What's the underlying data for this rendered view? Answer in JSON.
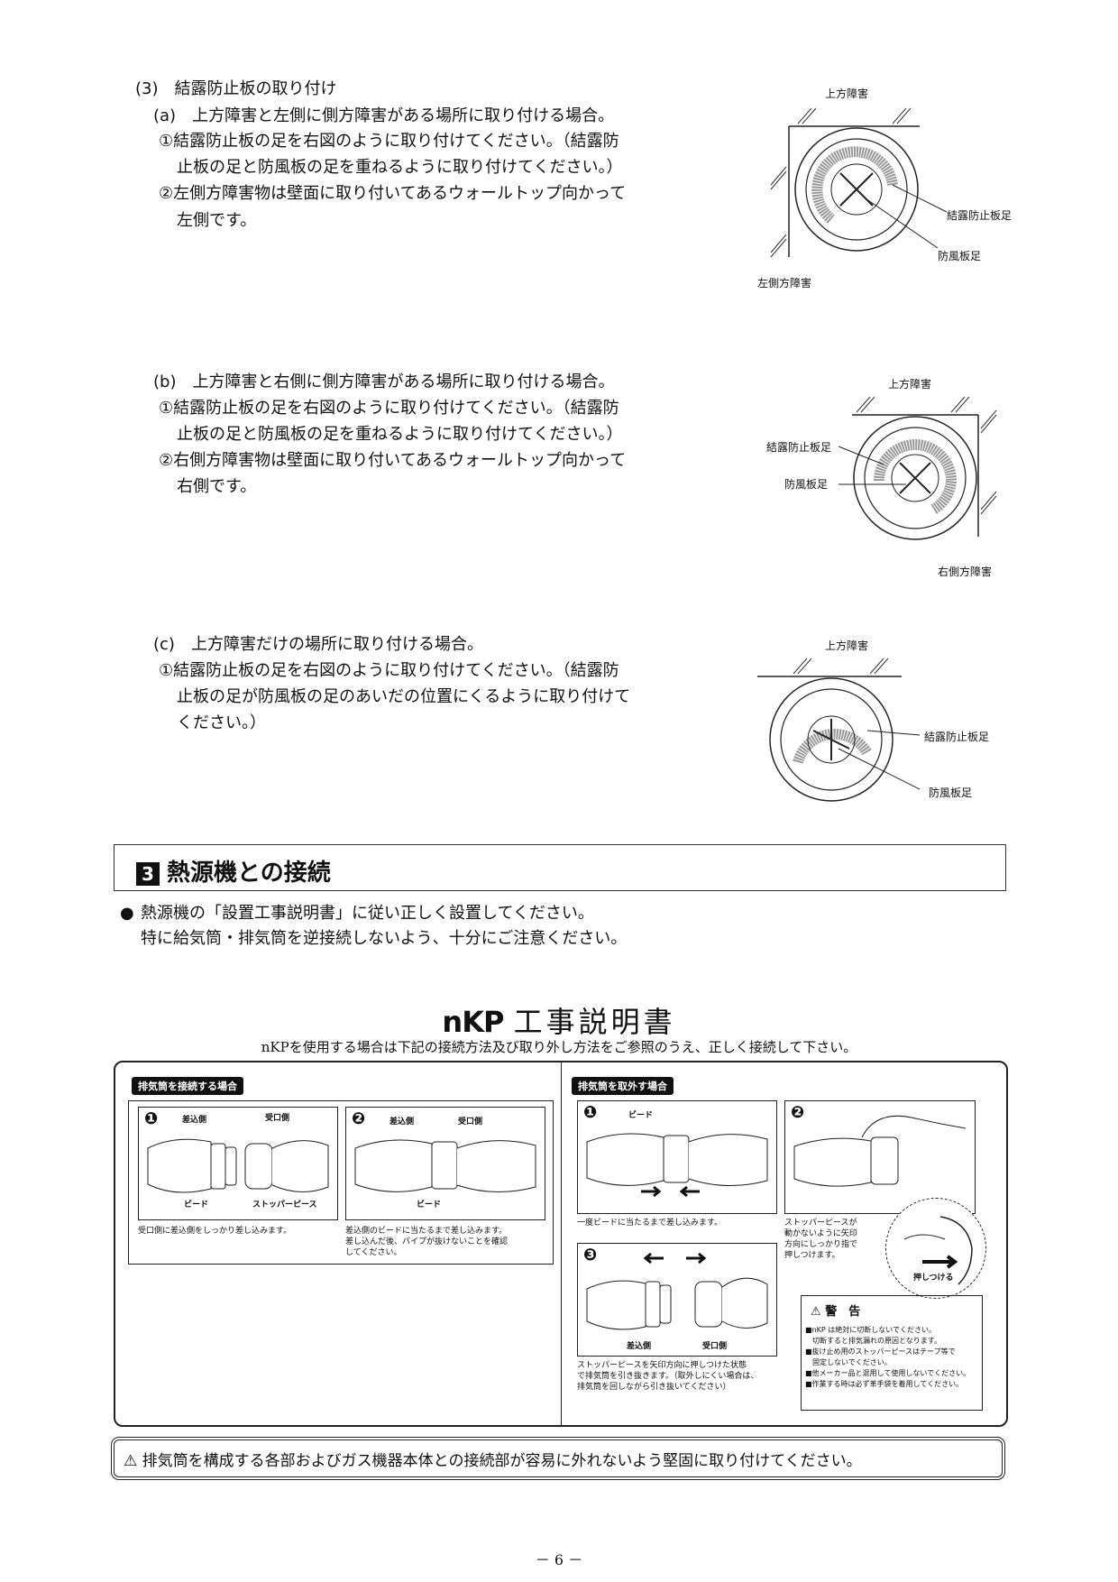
{
  "section3": {
    "heading": "(3)　結露防止板の取り付け",
    "a": {
      "title": "(a)　上方障害と左側に側方障害がある場所に取り付ける場合。",
      "l1": "①結露防止板の足を右図のように取り付けてください。（結露防",
      "l2": "止板の足と防風板の足を重ねるように取り付けてください。）",
      "l3": "②左側方障害物は壁面に取り付いてあるウォールトップ向かって",
      "l4": "左側です。",
      "fig": {
        "top": "上方障害",
        "side": "左側方障害",
        "l1": "結露防止板足",
        "l2": "防風板足"
      }
    },
    "b": {
      "title": "(b)　上方障害と右側に側方障害がある場所に取り付ける場合。",
      "l1": "①結露防止板の足を右図のように取り付けてください。（結露防",
      "l2": "止板の足と防風板の足を重ねるように取り付けてください。）",
      "l3": "②右側方障害物は壁面に取り付いてあるウォールトップ向かって",
      "l4": "右側です。",
      "fig": {
        "top": "上方障害",
        "side": "右側方障害",
        "l1": "結露防止板足",
        "l2": "防風板足"
      }
    },
    "c": {
      "title": "(c)　上方障害だけの場所に取り付ける場合。",
      "l1": "①結露防止板の足を右図のように取り付けてください。（結露防",
      "l2": "止板の足が防風板の足のあいだの位置にくるように取り付けて",
      "l3": "ください。）",
      "fig": {
        "top": "上方障害",
        "l1": "結露防止板足",
        "l2": "防風板足"
      }
    }
  },
  "connection": {
    "num": "3",
    "title": "熱源機との接続",
    "bullet": "●",
    "b1": "熱源機の「設置工事説明書」に従い正しく設置してください。",
    "b2": "特に給気筒・排気筒を逆接続しないよう、十分にご注意ください。"
  },
  "nkp": {
    "logo": "nKP",
    "title": "工事説明書",
    "subtitle": "nKPを使用する場合は下記の接続方法及び取り外し方法をご参照のうえ、正しく接続して下さい。",
    "connect": {
      "tag": "排気筒を接続する場合",
      "s1": {
        "num": "❶",
        "insert": "差込側",
        "receive": "受口側",
        "bead": "ビード",
        "stopper": "ストッパーピース",
        "caption": "受口側に差込側をしっかり差し込みます。"
      },
      "s2": {
        "num": "❷",
        "insert": "差込側",
        "receive": "受口側",
        "bead": "ビード",
        "c1": "差込側のビードに当たるまで差し込みます。",
        "c2": "差し込んだ後、パイプが抜けないことを確認",
        "c3": "してください。"
      }
    },
    "remove": {
      "tag": "排気筒を取外す場合",
      "s1": {
        "num": "❶",
        "bead": "ビード",
        "caption": "一度ビードに当たるまで差し込みます。"
      },
      "s2": {
        "num": "❷",
        "c1": "ストッパーピースが",
        "c2": "動かないように矢印",
        "c3": "方向にしっかり指で",
        "c4": "押しつけます。",
        "push": "押しつける"
      },
      "s3": {
        "num": "❸",
        "insert": "差込側",
        "receive": "受口側",
        "c1": "ストッパーピースを矢印方向に押しつけた状態",
        "c2": "で排気筒を引き抜きます。（取外しにくい場合は、",
        "c3": "排気筒を回しながら引き抜いてください）"
      },
      "warning": {
        "title": "警　告",
        "w1": "■nKP は絶対に切断しないでください。",
        "w1b": "　切断すると排気漏れの原因となります。",
        "w2": "■抜け止め用のストッパーピースはテープ等で",
        "w2b": "　固定しないでください。",
        "w3": "■他メーカー品と混用して使用しないでください。",
        "w4": "■作業する時は必ず革手袋を着用してください。"
      }
    }
  },
  "caution": "排気筒を構成する各部およびガス機器本体との接続部が容易に外れないよう堅固に取り付けてください。",
  "page_number": "－ 6 －"
}
